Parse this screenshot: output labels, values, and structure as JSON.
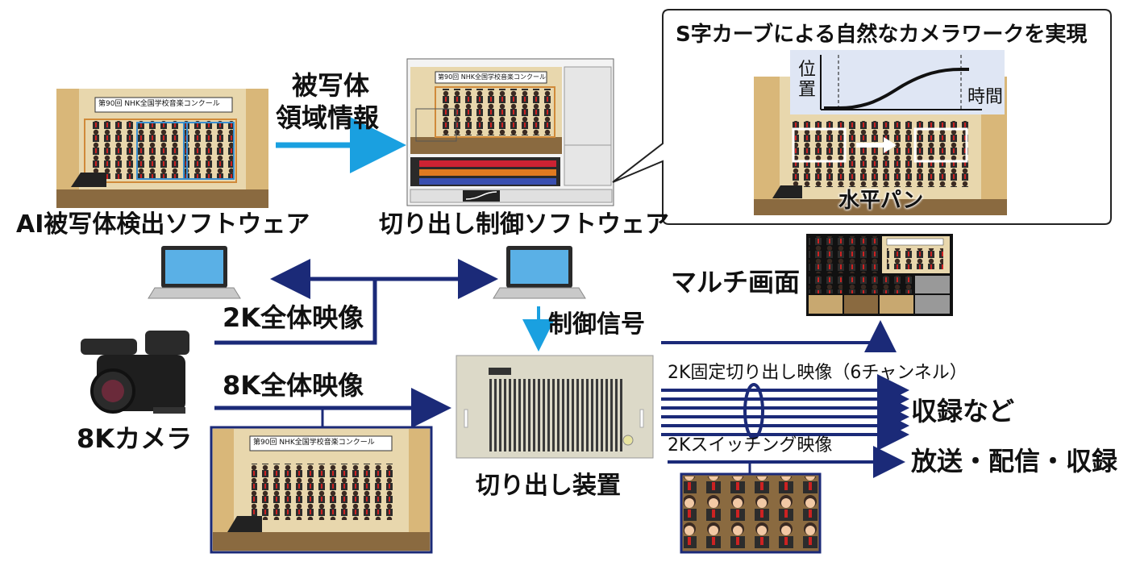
{
  "ai_software": {
    "label": "AI被写体検出ソフトウェア"
  },
  "cut_software": {
    "label": "切り出し制御ソフトウェア"
  },
  "arrow_subject_info": {
    "label_line1": "被写体",
    "label_line2": "領域情報"
  },
  "callout": {
    "title": "S字カーブによる自然なカメラワークを実現",
    "axis_y_line1": "位",
    "axis_y_line2": "置",
    "axis_x": "時間",
    "caption": "水平パン"
  },
  "signals": {
    "full_2k": "2K全体映像",
    "full_8k": "8K全体映像",
    "control": "制御信号",
    "fixed_2k": "2K固定切り出し映像（6チャンネル）",
    "switching_2k": "2Kスイッチング映像"
  },
  "devices": {
    "camera": "8Kカメラ",
    "cutter": "切り出し装置",
    "multi_screen": "マルチ画面"
  },
  "outputs": {
    "recording": "収録など",
    "broadcast": "放送・配信・収録"
  },
  "stage_banner": "第90回 NHK全国学校音楽コンクール",
  "colors": {
    "navy": "#1b2a78",
    "cyan": "#1aa0e0",
    "stage_wall": "#e8d7ad",
    "curtain": "#d9b779",
    "floor": "#8a6a40"
  }
}
